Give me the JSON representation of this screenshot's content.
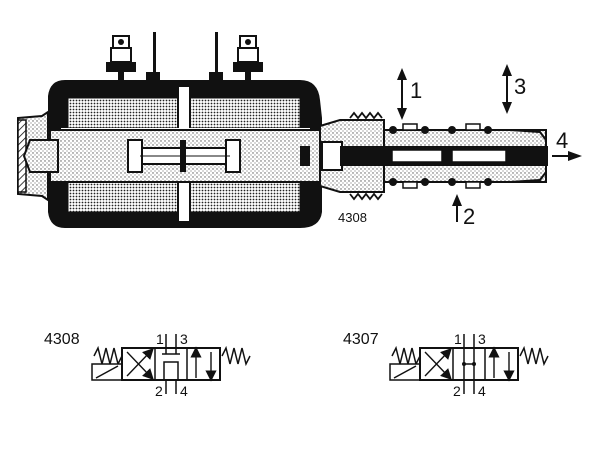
{
  "section": {
    "ports": [
      "1",
      "3",
      "2",
      "4"
    ],
    "model_label": "4308"
  },
  "symbols": [
    {
      "model": "4308",
      "ports_top": [
        "1",
        "3"
      ],
      "ports_bottom": [
        "2",
        "4"
      ]
    },
    {
      "model": "4307",
      "ports_top": [
        "1",
        "3"
      ],
      "ports_bottom": [
        "2",
        "4"
      ]
    }
  ],
  "colors": {
    "ink": "#111111",
    "paper": "#ffffff",
    "stipple": "#9a9a9a"
  }
}
